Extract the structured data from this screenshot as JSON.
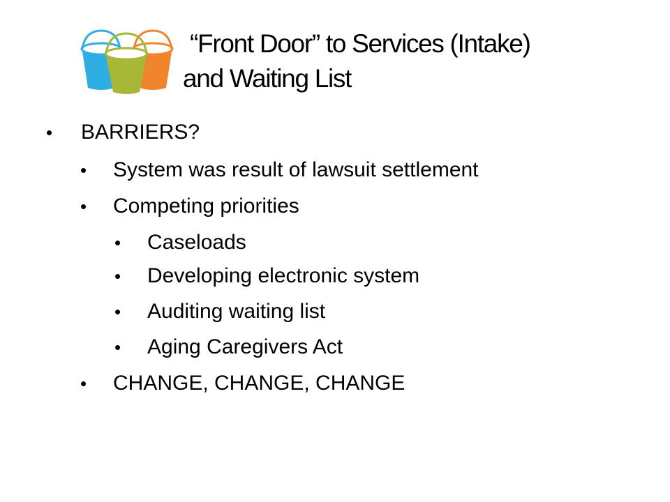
{
  "slide": {
    "title_line1": "“Front Door” to Services (Intake)",
    "title_line2": "and Waiting List",
    "logo": {
      "icon": "three-baskets-logo-icon",
      "colors": {
        "blue": "#2eaee3",
        "green": "#a6b836",
        "orange": "#f0852d"
      }
    },
    "bullets": [
      {
        "level": 1,
        "text": "BARRIERS?"
      },
      {
        "level": 2,
        "text": "System was result of lawsuit settlement"
      },
      {
        "level": 2,
        "text": "Competing priorities"
      },
      {
        "level": 3,
        "text": "Caseloads"
      },
      {
        "level": 3,
        "text": "Developing electronic system"
      },
      {
        "level": 3,
        "text": "Auditing waiting list"
      },
      {
        "level": 3,
        "text": "Aging Caregivers Act"
      },
      {
        "level": 2,
        "text": "CHANGE, CHANGE, CHANGE"
      }
    ],
    "bullet_glyph": "•"
  }
}
